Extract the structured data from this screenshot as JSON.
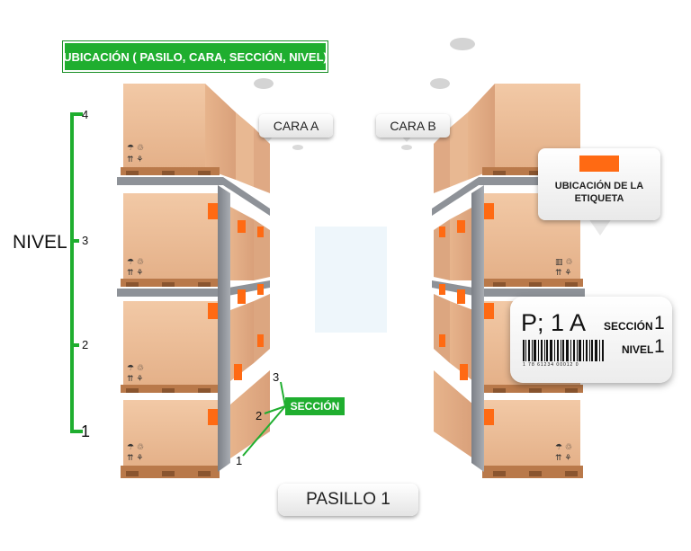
{
  "banner": {
    "text": "UBICACIÓN  ( PASILO, CARA, SECCIÓN, NIVEL)"
  },
  "faces": {
    "a": "CARA  A",
    "b": "CARA  B"
  },
  "aisle": {
    "label": "PASILLO 1"
  },
  "level_axis": {
    "title": "NIVEL",
    "ticks": [
      "4",
      "3",
      "2",
      "1"
    ]
  },
  "section": {
    "label": "SECCIÓN",
    "ticks": [
      "3",
      "2",
      "1"
    ]
  },
  "tag_location": {
    "label_line1": "UBICACIÓN DE LA",
    "label_line2": "ETIQUETA",
    "color": "#ff6a13"
  },
  "label_card": {
    "code": "P; 1 A",
    "section_label": "SECCIÓN",
    "section_value": "1",
    "level_label": "NIVEL",
    "level_value": "1",
    "barcode_digits": "1  78  61234  00012  0"
  },
  "colors": {
    "green": "#1fae2f",
    "orange": "#ff6a13",
    "box": "#e6b48e",
    "rack": "#8e9298"
  }
}
